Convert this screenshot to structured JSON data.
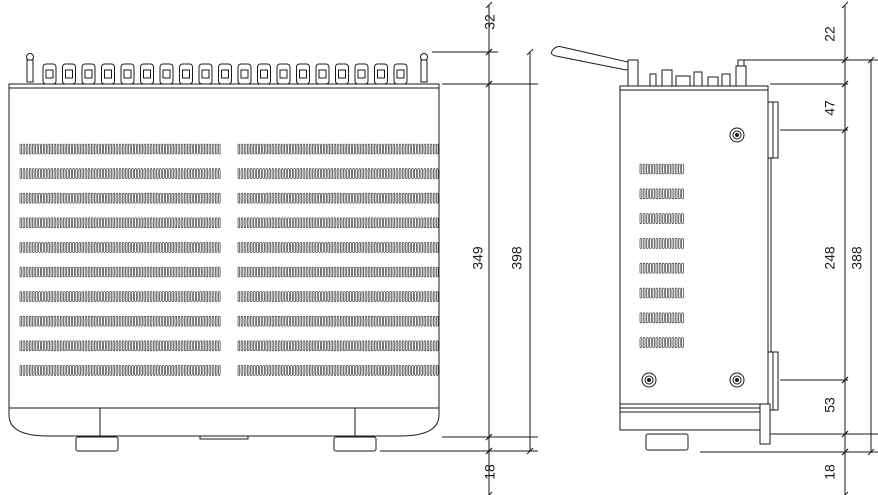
{
  "drawing": {
    "views": [
      {
        "name": "top-view"
      },
      {
        "name": "side-view"
      }
    ],
    "dimensions": {
      "top_view": {
        "terminals_height": "32",
        "body_depth": "349",
        "overall_depth": "398",
        "feet_height": "18"
      },
      "side_view": {
        "top_gap": "22",
        "upper_bracket": "47",
        "middle_span": "248",
        "overall": "388",
        "lower_bracket": "53",
        "feet_height": "18"
      }
    },
    "colors": {
      "line": "#1a1a1a",
      "fill": "#ffffff",
      "shade": "#d9d9d9"
    }
  }
}
